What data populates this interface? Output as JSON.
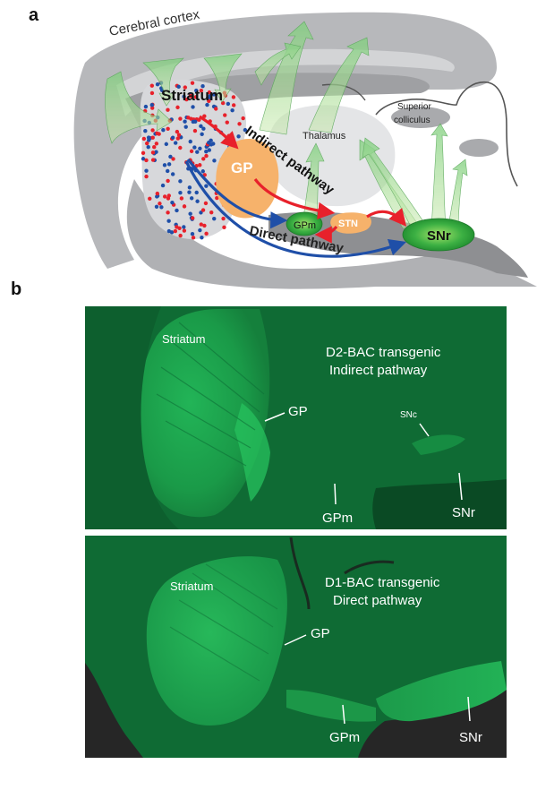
{
  "panel_a": {
    "letter": "a",
    "labels": {
      "cortex": "Cerebral cortex",
      "striatum": "Striatum",
      "gp": "GP",
      "indirect": "Indirect pathway",
      "direct": "Direct pathway",
      "gpm": "GPm",
      "stn": "STN",
      "snr": "SNr",
      "thalamus": "Thalamus",
      "sc_line1": "Superior",
      "sc_line2": "colliculus"
    },
    "colors": {
      "indirect_arrow": "#e8212b",
      "direct_arrow": "#1f4fa8",
      "gp_fill": "#f6b26b",
      "stn_fill": "#f6b26b",
      "output_nuclei": "#2fa83a",
      "projection_arrows": "#8fd08a",
      "brain_gray": "#b7b8bb",
      "brain_light": "#dcdde0",
      "brain_dark": "#8e8f92"
    }
  },
  "panel_b": {
    "letter": "b",
    "top": {
      "title_line1": "D2-BAC transgenic",
      "title_line2": "Indirect pathway",
      "striatum": "Striatum",
      "gp": "GP",
      "snc": "SNc",
      "gpm": "GPm",
      "snr": "SNr"
    },
    "bottom": {
      "title_line1": "D1-BAC transgenic",
      "title_line2": "Direct pathway",
      "striatum": "Striatum",
      "gp": "GP",
      "gpm": "GPm",
      "snr": "SNr"
    },
    "colors": {
      "background_green": "#0f6b34",
      "bright_green": "#1fa34e",
      "dark_green": "#0a4a24",
      "void": "#262626"
    }
  }
}
